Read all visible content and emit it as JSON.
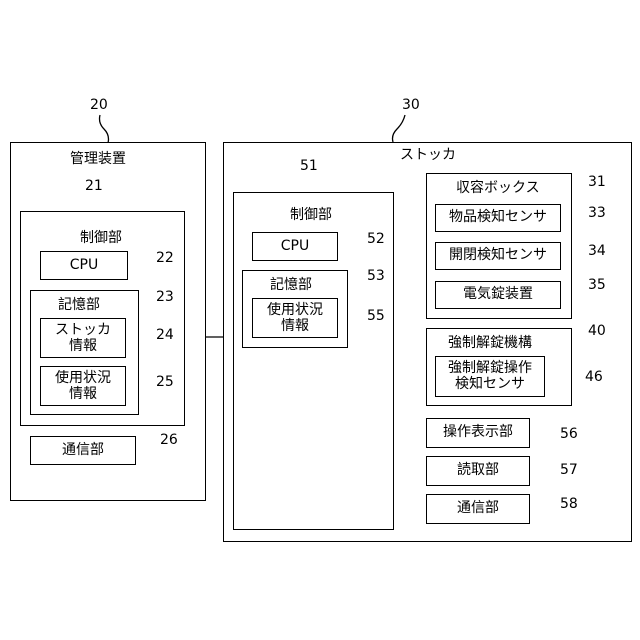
{
  "management": {
    "ref": "20",
    "title": "管理装置",
    "control": {
      "ref": "21",
      "label": "制御部"
    },
    "cpu": {
      "ref": "22",
      "label": "CPU"
    },
    "memory": {
      "ref": "23",
      "label": "記憶部"
    },
    "stocker_info": {
      "ref": "24",
      "line1": "ストッカ",
      "line2": "情報"
    },
    "usage_info": {
      "ref": "25",
      "line1": "使用状況",
      "line2": "情報"
    },
    "comm": {
      "ref": "26",
      "label": "通信部"
    }
  },
  "stocker": {
    "ref": "30",
    "title": "ストッカ",
    "control": {
      "ref": "51",
      "label": "制御部"
    },
    "cpu": {
      "ref": "52",
      "label": "CPU"
    },
    "memory": {
      "ref": "53",
      "label": "記憶部"
    },
    "usage_info": {
      "ref": "55",
      "line1": "使用状況",
      "line2": "情報"
    },
    "box": {
      "ref": "31",
      "label": "収容ボックス"
    },
    "item_sensor": {
      "ref": "33",
      "label": "物品検知センサ"
    },
    "open_sensor": {
      "ref": "34",
      "label": "開閉検知センサ"
    },
    "lock": {
      "ref": "35",
      "label": "電気錠装置"
    },
    "forced_unlock": {
      "ref": "40",
      "label": "強制解錠機構"
    },
    "forced_sensor": {
      "ref": "46",
      "line1": "強制解錠操作",
      "line2": "検知センサ"
    },
    "display": {
      "ref": "56",
      "label": "操作表示部"
    },
    "reader": {
      "ref": "57",
      "label": "読取部"
    },
    "comm": {
      "ref": "58",
      "label": "通信部"
    }
  }
}
